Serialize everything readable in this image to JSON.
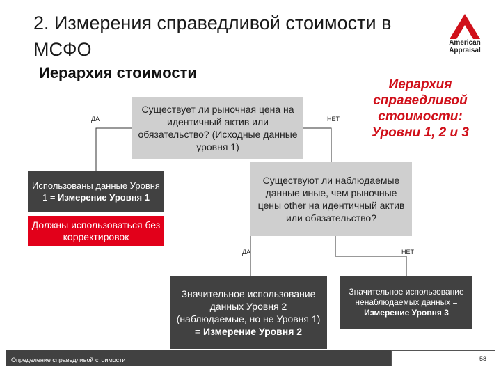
{
  "slide": {
    "title": "2. Измерения справедливой стоимости в МСФО",
    "subtitle": "Иерархия стоимости",
    "side_heading": "Иерархия справедливой стоимости: Уровни 1, 2 и 3",
    "logo": {
      "name": "American Appraisal",
      "line1": "American",
      "line2": "Appraisal",
      "color": "#d0101a"
    }
  },
  "flow": {
    "question1": "Существует ли рыночная цена на идентичный актив или обязательство? (Исходные данные уровня 1)",
    "yes1": "ДА",
    "no1": "НЕТ",
    "level1_a": "Использованы данные Уровня 1 = ",
    "level1_b": "Измерение Уровня 1",
    "level1_note": "Должны использоваться без корректировок",
    "question2": "Существуют ли наблюдаемые данные иные, чем рыночные цены other на идентичный актив или обязательство?",
    "yes2": "ДА",
    "no2": "НЕТ",
    "level2_a": "Значительное использование данных Уровня 2 (наблюдаемые, но не Уровня 1) = ",
    "level2_b": "Измерение Уровня 2",
    "level3_a": "Значительное использование ненаблюдаемых данных = ",
    "level3_b": "Измерение Уровня 3"
  },
  "footer": {
    "text": "Определение справедливой стоимости",
    "page": "58"
  },
  "colors": {
    "dark_box": "#414141",
    "grey_box": "#cfcfcf",
    "accent_red": "#e2001a"
  }
}
